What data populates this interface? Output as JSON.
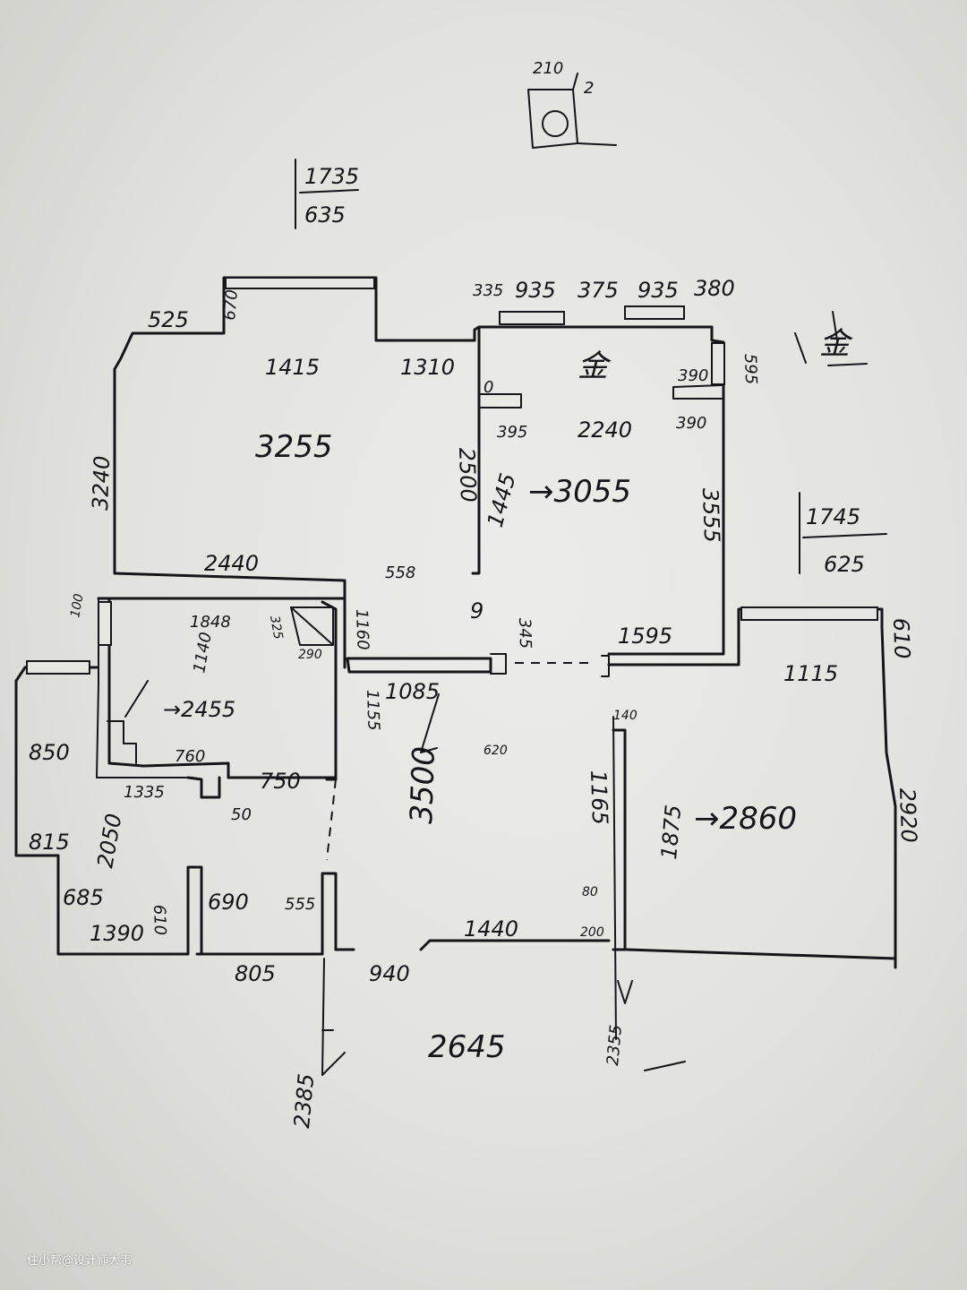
{
  "watermark": "住小帮@设计师大韦",
  "top_notes": {
    "box_a": "210",
    "box_b": "2",
    "stack_1_top": "1735",
    "stack_1_bottom": "635",
    "stack_2_top": "1745",
    "stack_2_bottom": "625",
    "side_chars": "金",
    "room_char": "金"
  },
  "dimensions": {
    "d525": "525",
    "d670": "670",
    "d1415": "1415",
    "d1310": "1310",
    "d3255": "3255",
    "d3240": "3240",
    "d2440": "2440",
    "d335": "335",
    "d935a": "935",
    "d375": "375",
    "d935b": "935",
    "d380": "380",
    "d595": "595",
    "d0": "0",
    "d395": "395",
    "d2240": "2240",
    "d390a": "390",
    "d390b": "390",
    "d2500": "2500",
    "d1445_area": "1445",
    "d3055": "→3055",
    "d3555": "3555",
    "d558": "558",
    "d9": "9",
    "d345": "345",
    "d1595": "1595",
    "d1848": "1848",
    "d100": "100",
    "d1160": "1160",
    "d325": "325",
    "d290": "290",
    "d1085": "1085",
    "d1155": "1155",
    "d1140": "1140",
    "d2455": "→2455",
    "d1335": "1335",
    "d750": "750",
    "d760": "760",
    "d50": "50",
    "d2050": "2050",
    "d850": "850",
    "d815": "815",
    "d685": "685",
    "d1390": "1390",
    "d610": "610",
    "d690": "690",
    "d555": "555",
    "d805": "805",
    "d940": "940",
    "d1440": "1440",
    "d2645": "2645",
    "d2385": "2385",
    "d2355": "2355",
    "d3500": "3500",
    "d1165": "1165",
    "d1875": "1875",
    "d2860": "→2860",
    "d1115": "1115",
    "d610b": "610",
    "d2920": "2920",
    "d80": "80",
    "d200": "200",
    "d140": "140",
    "d620": "620"
  },
  "colors": {
    "ink": "#15151a",
    "paper": "#e8e8e5"
  }
}
